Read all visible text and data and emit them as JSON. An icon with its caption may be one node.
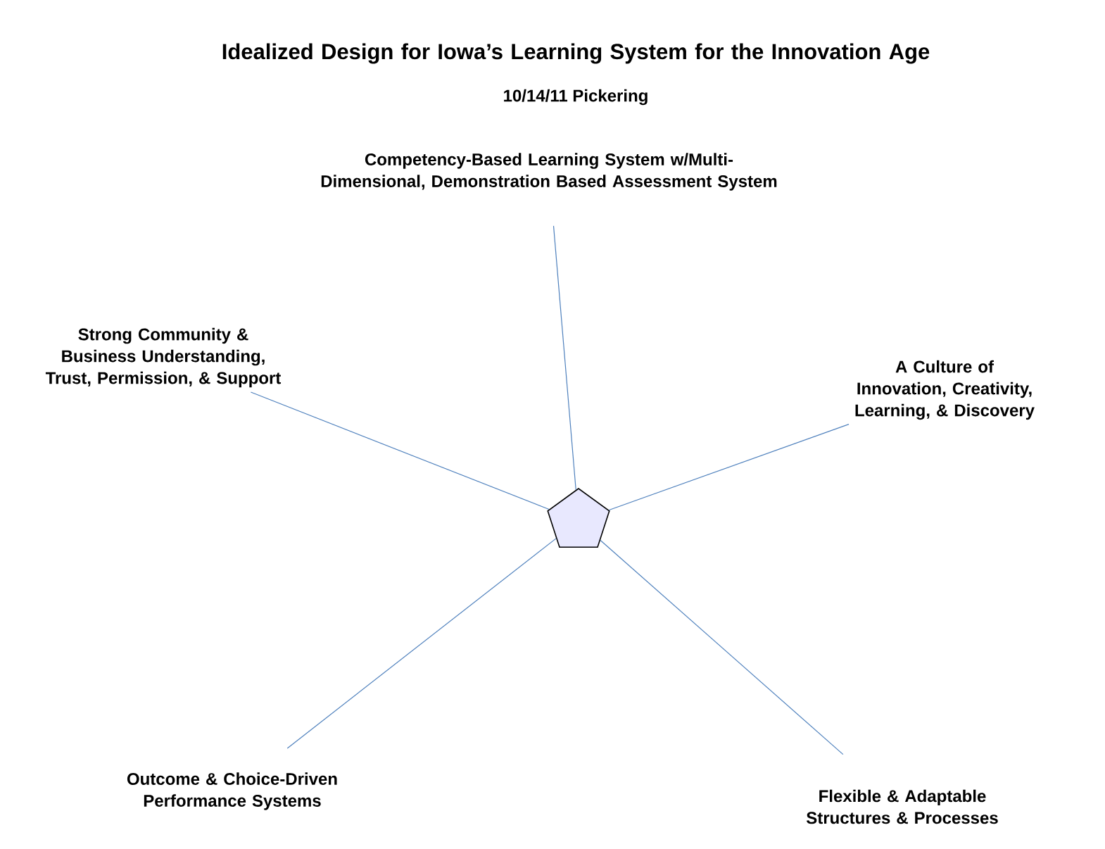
{
  "diagram": {
    "title": "Idealized Design for Iowa’s Learning System for the Innovation Age",
    "nodes": [
      {
        "text": [
          "Competency-Based Learning System w/Multi-Dimensional, Demonstration Based Assessment System"
        ]
      },
      {
        "text": [
          "Strong Community & Business Understanding, Trust, Permission, & Support"
        ]
      },
      {
        "text": [
          "A Culture of Innovation, Creativity, Learning, & Discovery"
        ]
      },
      {
        "text": [],
        "shape": "pentagon"
      },
      {
        "text": [
          "Outcome & Choice-Driven Performance Systems"
        ]
      },
      {
        "text": [
          "Flexible & Adaptable Structures & Processes"
        ]
      }
    ],
    "edges": [
      {
        "from": 3,
        "to": 0,
        "arrow": "none"
      },
      {
        "from": 3,
        "to": 1,
        "arrow": "none"
      },
      {
        "from": 3,
        "to": 2,
        "arrow": "none"
      },
      {
        "from": 3,
        "to": 4,
        "arrow": "none"
      },
      {
        "from": 3,
        "to": 5,
        "arrow": "none"
      }
    ],
    "labels": [
      "10/14/11 Pickering"
    ]
  }
}
